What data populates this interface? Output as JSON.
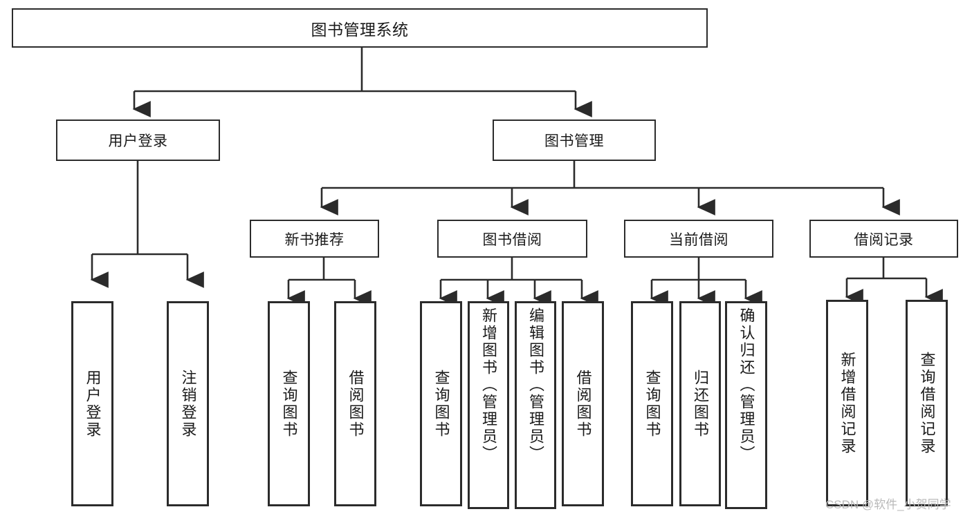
{
  "diagram": {
    "title": "图书管理系统",
    "type": "功能结构图",
    "watermark": "CSDN @软件_小贺同学",
    "colors": {
      "stroke": "#2b2b2b",
      "fill": "#ffffff",
      "text": "#1a1a1a",
      "watermark": "#b9b9b9"
    }
  },
  "nodes": {
    "root": {
      "label": "图书管理系统"
    },
    "level1": [
      {
        "id": "user-login",
        "label": "用户登录"
      },
      {
        "id": "book-manage",
        "label": "图书管理"
      }
    ],
    "level2": [
      {
        "id": "new-book-recommend",
        "label": "新书推荐"
      },
      {
        "id": "book-borrow",
        "label": "图书借阅"
      },
      {
        "id": "current-borrow",
        "label": "当前借阅"
      },
      {
        "id": "borrow-record",
        "label": "借阅记录"
      }
    ],
    "leaves": {
      "user_login": [
        {
          "id": "leaf-user-login",
          "label": "用户登录"
        },
        {
          "id": "leaf-logout-login",
          "label": "注销登录"
        }
      ],
      "new_book_recommend": [
        {
          "id": "leaf-query-book-1",
          "label": "查询图书"
        },
        {
          "id": "leaf-borrow-book-1",
          "label": "借阅图书"
        }
      ],
      "book_borrow": [
        {
          "id": "leaf-query-book-2",
          "label": "查询图书"
        },
        {
          "id": "leaf-add-book",
          "label": "新增图书（管理员）"
        },
        {
          "id": "leaf-edit-book",
          "label": "编辑图书（管理员）"
        },
        {
          "id": "leaf-borrow-book-2",
          "label": "借阅图书"
        }
      ],
      "current_borrow": [
        {
          "id": "leaf-query-book-3",
          "label": "查询图书"
        },
        {
          "id": "leaf-return-book",
          "label": "归还图书"
        },
        {
          "id": "leaf-confirm-return",
          "label": "确认归还（管理员）"
        }
      ],
      "borrow_record": [
        {
          "id": "leaf-add-record",
          "label": "新增借阅记录"
        },
        {
          "id": "leaf-query-record",
          "label": "查询借阅记录"
        }
      ]
    }
  }
}
